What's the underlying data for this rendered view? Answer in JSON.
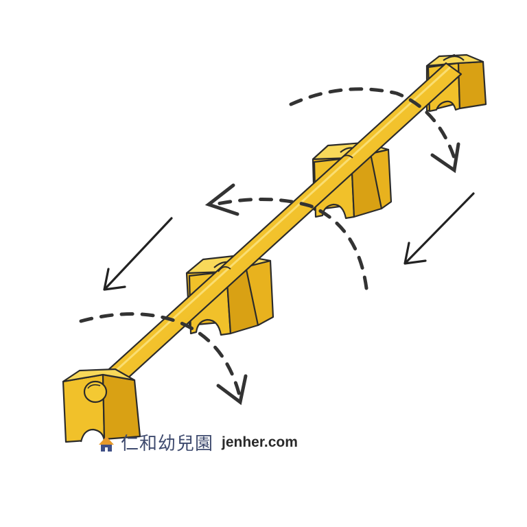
{
  "illustration": {
    "subject": "yellow-balance-beam-with-blocks",
    "icons": [
      "curved-dashed-arrow-icon",
      "straight-arrow-icon"
    ],
    "colors": {
      "block": "#f1c12a",
      "block_side": "#d9a114",
      "block_top": "#f8d95a",
      "rod": "#f2c22c",
      "outline": "#2b2b2b",
      "arrow": "#333333"
    }
  },
  "watermark": {
    "chinese_name": "仁和幼兒園",
    "url": "jenher.com",
    "logo_icon": "house-logo-icon"
  }
}
